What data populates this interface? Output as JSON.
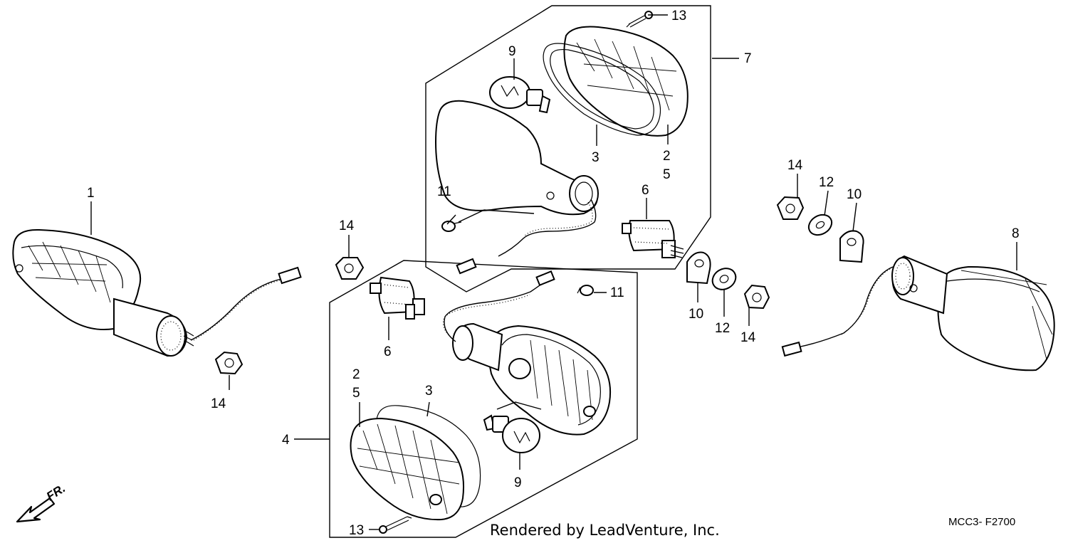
{
  "callouts": {
    "c1": "1",
    "c2_top": "2",
    "c5_top": "5",
    "c3_top": "3",
    "c4": "4",
    "c7": "7",
    "c8": "8",
    "c9_top": "9",
    "c9_bottom": "9",
    "c11_top": "11",
    "c11_bottom": "11",
    "c13_top": "13",
    "c13_bottom": "13",
    "c14_left": "14",
    "c14_mid": "14",
    "c14_right_top": "14",
    "c14_right_bottom": "14",
    "c6_top": "6",
    "c6_bottom": "6",
    "c10_right": "10",
    "c10_mid": "10",
    "c12_right": "12",
    "c12_mid": "12",
    "c2_bottom": "2",
    "c5_bottom": "5",
    "c3_bottom": "3"
  },
  "direction_label": "FR.",
  "diagram_code": "MCC3- F2700",
  "credit": "Rendered by LeadVenture, Inc."
}
